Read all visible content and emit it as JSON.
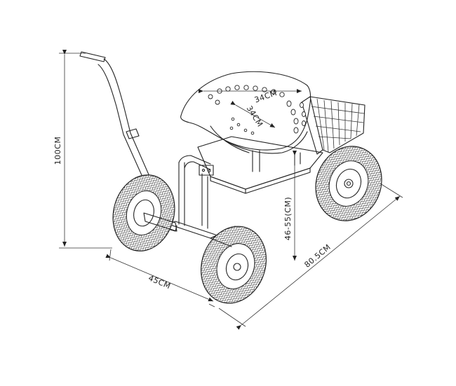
{
  "dimensions": {
    "height_total": "100CM",
    "seat_width": "34CM",
    "seat_depth": "34CM",
    "seat_height": "46-55(CM)",
    "wheel_base_width": "45CM",
    "overall_length": "80.5CM"
  }
}
